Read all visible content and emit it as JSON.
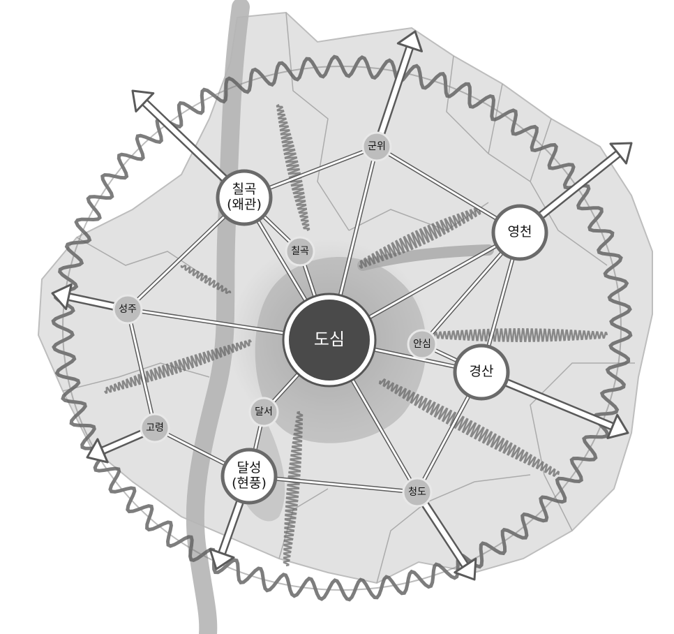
{
  "diagram": {
    "center": {
      "label": "도심"
    },
    "major_nodes": [
      {
        "id": "chilgok-waegwan",
        "label": "칠곡\n(왜관)"
      },
      {
        "id": "yeongcheon",
        "label": "영천"
      },
      {
        "id": "gyeongsan",
        "label": "경산"
      },
      {
        "id": "dalseong-hyeonpung",
        "label": "달성\n(현풍)"
      }
    ],
    "minor_nodes": [
      {
        "id": "gunwi",
        "label": "군위"
      },
      {
        "id": "chilgok",
        "label": "칠곡"
      },
      {
        "id": "seongju",
        "label": "성주"
      },
      {
        "id": "ansim",
        "label": "안심"
      },
      {
        "id": "goryeong",
        "label": "고령"
      },
      {
        "id": "dalseo",
        "label": "달서"
      },
      {
        "id": "cheongdo",
        "label": "청도"
      }
    ],
    "connections": [
      [
        "center",
        "chilgok-waegwan"
      ],
      [
        "center",
        "gunwi"
      ],
      [
        "center",
        "yeongcheon"
      ],
      [
        "center",
        "gyeongsan"
      ],
      [
        "center",
        "cheongdo"
      ],
      [
        "center",
        "dalseo"
      ],
      [
        "center",
        "seongju"
      ],
      [
        "center",
        "chilgok"
      ],
      [
        "chilgok-waegwan",
        "gunwi"
      ],
      [
        "gunwi",
        "yeongcheon"
      ],
      [
        "yeongcheon",
        "gyeongsan"
      ],
      [
        "gyeongsan",
        "cheongdo"
      ],
      [
        "cheongdo",
        "dalseong-hyeonpung"
      ],
      [
        "dalseong-hyeonpung",
        "goryeong"
      ],
      [
        "goryeong",
        "seongju"
      ],
      [
        "seongju",
        "chilgok-waegwan"
      ],
      [
        "chilgok-waegwan",
        "chilgok"
      ],
      [
        "dalseong-hyeonpung",
        "dalseo"
      ],
      [
        "gyeongsan",
        "ansim"
      ],
      [
        "ansim",
        "yeongcheon"
      ]
    ],
    "colors": {
      "center_fill": "#4a4a4a",
      "node_fill": "#ffffff",
      "minor_fill": "#bdbdbd",
      "arrow": "#9a9a9a",
      "ring": "#5c5c5c",
      "map": "#e2e2e2",
      "river": "#b5b5b5"
    }
  }
}
